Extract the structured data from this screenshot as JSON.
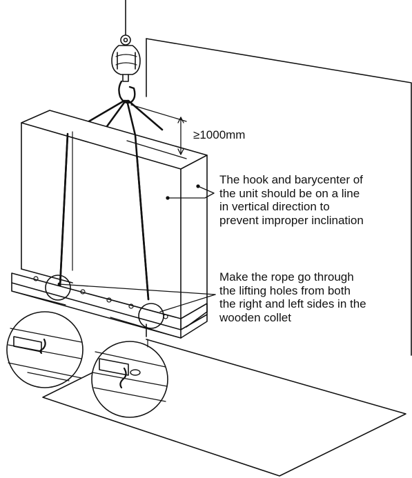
{
  "diagram": {
    "dimension_label": "≥1000mm",
    "note_hook": "The hook and barycenter of\nthe unit should be on a line\nin vertical direction to\nprevent improper inclination",
    "note_rope": "Make the rope go through\nthe lifting holes from both\nthe right and left sides in the\nwooden collet"
  }
}
